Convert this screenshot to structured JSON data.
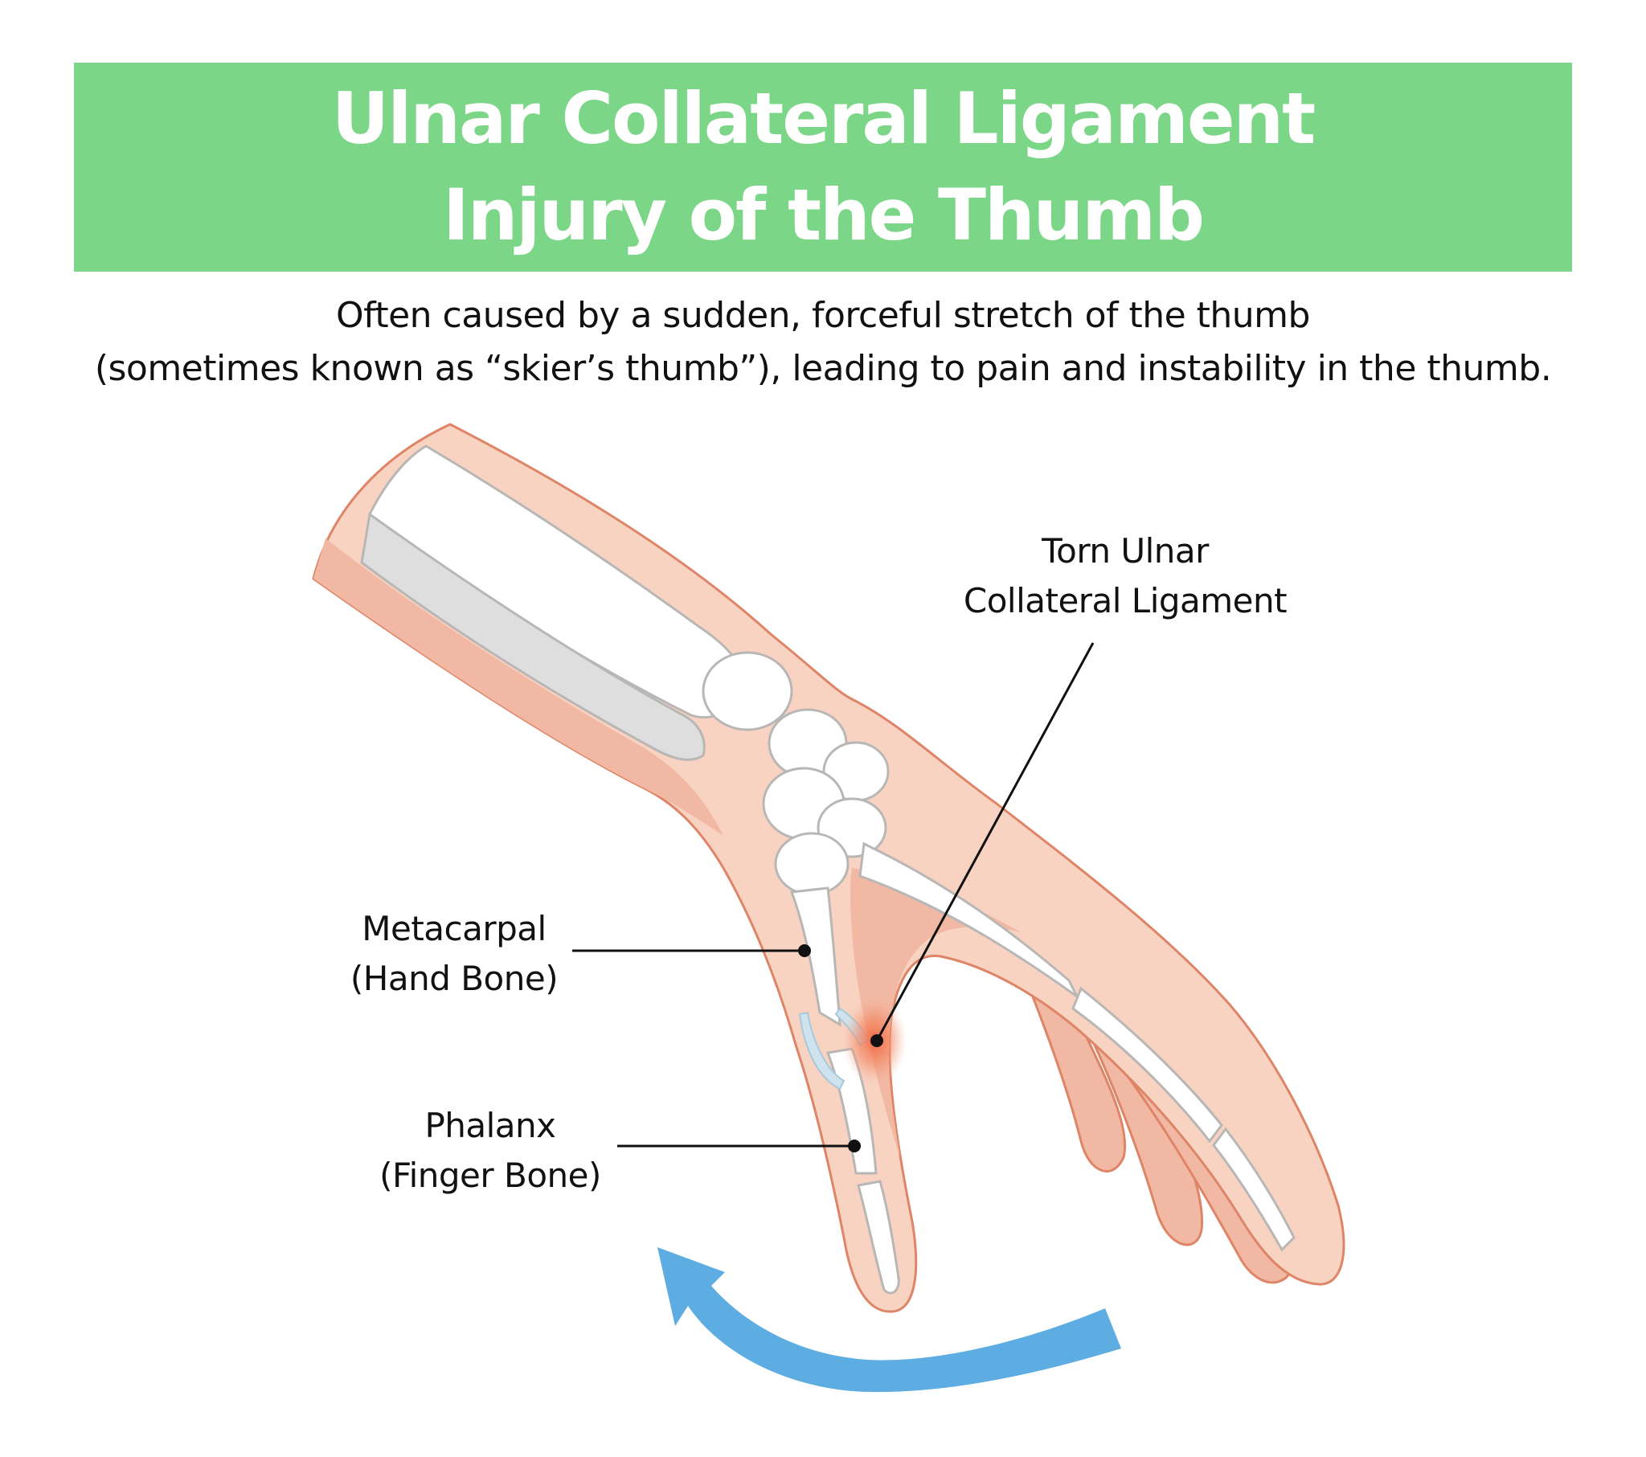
{
  "header": {
    "title_lines": [
      "Ulnar Collateral Ligament",
      "Injury of the Thumb"
    ],
    "banner_color": "#7bd787"
  },
  "description": {
    "lines": [
      "Often caused by a sudden, forceful stretch of the thumb",
      "(sometimes known as “skier’s thumb”), leading to pain and instability in the thumb."
    ]
  },
  "illustration": {
    "subject": "hand-with-skeleton",
    "colors": {
      "skin_light": "#f8d3c2",
      "skin_dark": "#f1b8a3",
      "skin_outline": "#de8467",
      "bone": "#ffffff",
      "bone_shade": "#dfdede",
      "bone_outline": "#b9b7b5",
      "injury": "#f2643c",
      "cartilage": "#cfe3ee",
      "arrow": "#5dade2",
      "leader_line": "#111111"
    },
    "motion_arrow": {
      "icon": "curved-arrow-left",
      "meaning": "forceful thumb stretch direction"
    }
  },
  "labels": {
    "torn_ligament": {
      "lines": [
        "Torn Ulnar",
        "Collateral Ligament"
      ]
    },
    "metacarpal": {
      "lines": [
        "Metacarpal",
        "(Hand Bone)"
      ]
    },
    "phalanx": {
      "lines": [
        "Phalanx",
        "(Finger Bone)"
      ]
    }
  }
}
